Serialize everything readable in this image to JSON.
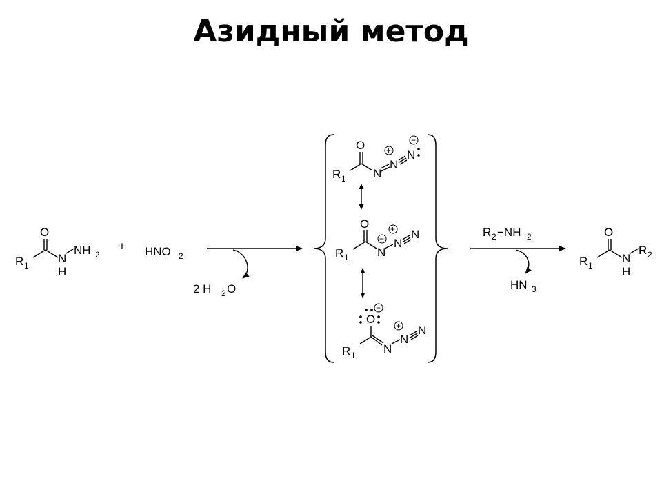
{
  "title": "Азидный метод",
  "labels": {
    "O": "O",
    "N": "N",
    "H": "H",
    "NH": "NH",
    "R": "R",
    "sub1": "1",
    "sub2": "2",
    "sub3": "3",
    "plus": "+",
    "plus_charge": "+",
    "minus_charge": "−",
    "hno2_main": "HNO",
    "water_prefix": "2 H",
    "water_O": "O",
    "amine_R": "R",
    "amine_NH": "−NH",
    "hn3_main": "HN",
    "dot": "•"
  }
}
